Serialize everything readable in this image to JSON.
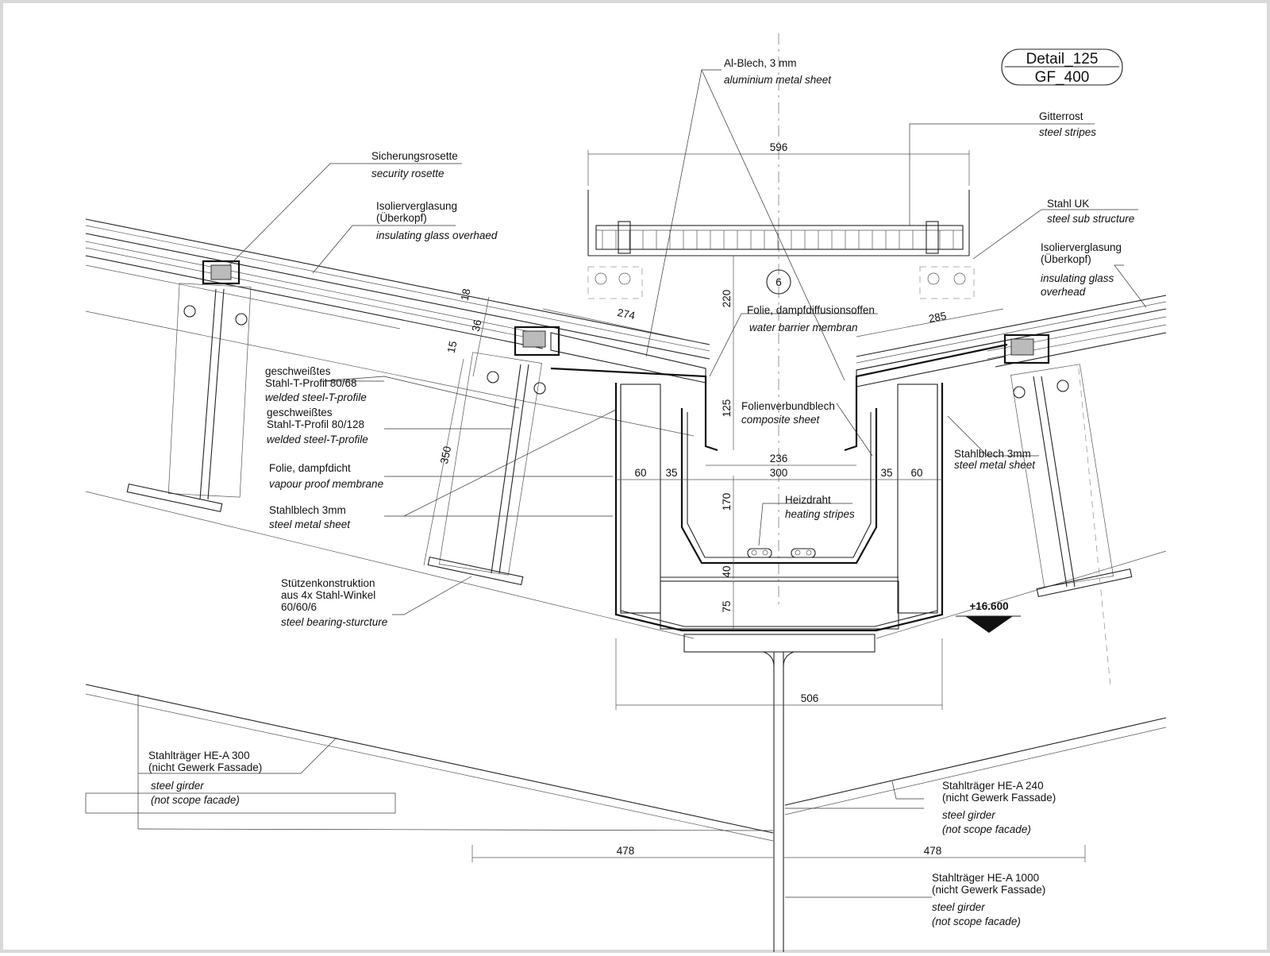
{
  "title_block": {
    "line1": "Detail_125",
    "line2": "GF_400"
  },
  "section_marker": "6",
  "labels": {
    "al_blech": {
      "de": "Al-Blech, 3 mm",
      "en": "aluminium metal sheet"
    },
    "gitterrost": {
      "de": "Gitterrost",
      "en": "steel stripes"
    },
    "stahl_uk": {
      "de": "Stahl UK",
      "en": "steel sub structure"
    },
    "sicherungsrosette": {
      "de": "Sicherungsrosette",
      "en": "security rosette"
    },
    "iso_left": {
      "de1": "Isolierverglasung",
      "de2": "(Überkopf)",
      "en": "insulating glass overhaed"
    },
    "iso_right": {
      "de1": "Isolierverglasung",
      "de2": "(Überkopf)",
      "en1": "insulating glass",
      "en2": "overhead"
    },
    "folie_offen": {
      "de": "Folie, dampfdiffusionsoffen",
      "en": "water barrier membran"
    },
    "t_profil_68": {
      "de1": "geschweißtes",
      "de2": "Stahl-T-Profil 80/68",
      "en": "welded steel-T-profile"
    },
    "t_profil_128": {
      "de1": "geschweißtes",
      "de2": "Stahl-T-Profil 80/128",
      "en": "welded steel-T-profile"
    },
    "folienverbund": {
      "de": "Folienverbundblech",
      "en": "composite sheet"
    },
    "stahlblech_right": {
      "de": "Stahlblech 3mm",
      "en": "steel metal sheet"
    },
    "folie_dicht": {
      "de": "Folie, dampfdicht",
      "en": "vapour proof membrane"
    },
    "stahlblech_left": {
      "de": "Stahlblech 3mm",
      "en": "steel metal sheet"
    },
    "heizdraht": {
      "de": "Heizdraht",
      "en": "heating stripes"
    },
    "stuetzen": {
      "de1": "Stützenkonstruktion",
      "de2": "aus 4x Stahl-Winkel",
      "de3": "60/60/6",
      "en": "steel bearing-sturcture"
    },
    "level": "+16.600",
    "hea300": {
      "de1": "Stahlträger HE-A 300",
      "de2": "(nicht Gewerk Fassade)",
      "en1": "steel girder",
      "en2": "(not scope facade)"
    },
    "hea240": {
      "de1": "Stahlträger HE-A 240",
      "de2": "(nicht Gewerk Fassade)",
      "en1": "steel girder",
      "en2": "(not scope facade)"
    },
    "hea1000": {
      "de1": "Stahlträger HE-A 1000",
      "de2": "(nicht Gewerk Fassade)",
      "en1": "steel girder",
      "en2": "(not scope facade)"
    }
  },
  "dimensions": {
    "d596": "596",
    "d220": "220",
    "d274": "274",
    "d285": "285",
    "d18": "18",
    "d36": "36",
    "d15": "15",
    "d350": "350",
    "d125": "125",
    "d236": "236",
    "d60a": "60",
    "d35a": "35",
    "d300": "300",
    "d35b": "35",
    "d60b": "60",
    "d170": "170",
    "d40": "40",
    "d75": "75",
    "d506": "506",
    "d478a": "478",
    "d478b": "478"
  }
}
